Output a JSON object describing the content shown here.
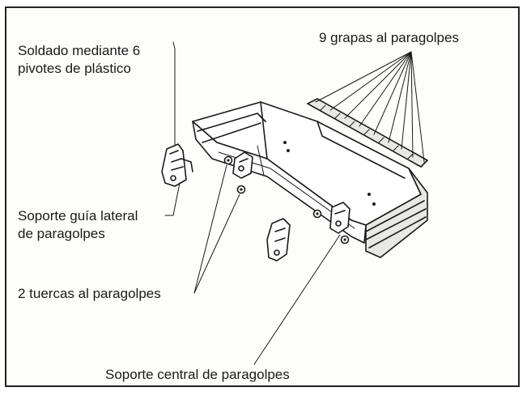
{
  "labels": {
    "welded_pivots_line1": "Soldado mediante 6",
    "welded_pivots_line2": "pivotes de plástico",
    "clips_to_bumper": "9 grapas al paragolpes",
    "side_guide_line1": "Soporte guía lateral",
    "side_guide_line2": "de paragolpes",
    "nuts_to_bumper": "2 tuercas al paragolpes",
    "central_support": "Soporte central de paragolpes"
  },
  "colors": {
    "ink": "#1a1a1a",
    "paper": "#fdfdfb",
    "frame": "#222222"
  }
}
